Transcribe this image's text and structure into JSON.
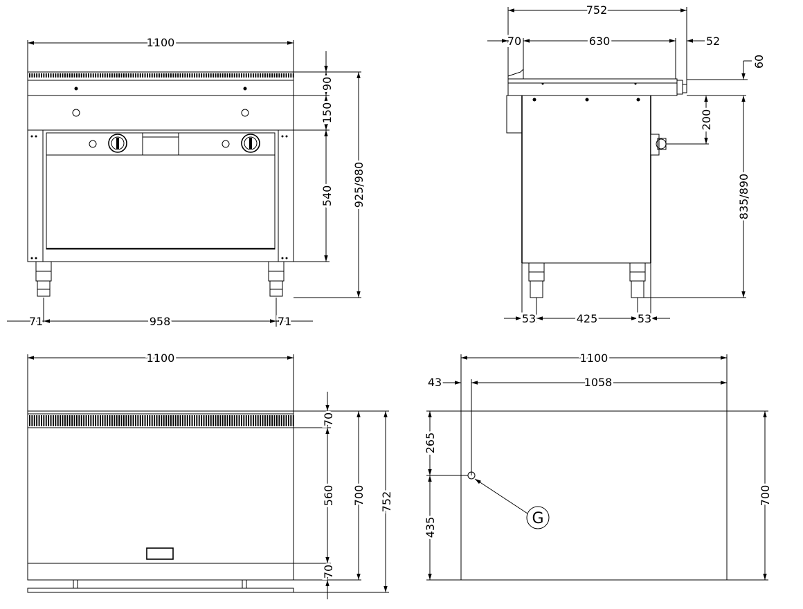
{
  "front_view": {
    "width": "1100",
    "left_leg_offset": "71",
    "leg_spacing": "958",
    "right_leg_offset": "71",
    "top_height": "90",
    "panel_height": "150",
    "cabinet_height": "540",
    "total_height": "925/980"
  },
  "side_view": {
    "overall_depth": "752",
    "rear_offset": "70",
    "top_depth": "630",
    "front_offset": "52",
    "gas_height": "60",
    "gas_drop": "200",
    "body_height": "835/890",
    "left_leg_offset": "53",
    "leg_spacing": "425",
    "right_leg_offset": "53"
  },
  "top_view": {
    "width": "1100",
    "front_strip": "70",
    "plate_depth": "560",
    "inner_depth": "700",
    "total_depth": "752",
    "rear_strip": "70"
  },
  "base_view": {
    "width": "1100",
    "connection_offset": "43",
    "connection_span": "1058",
    "connection_from_top": "265",
    "connection_from_bottom": "435",
    "depth": "700",
    "connection_label": "G"
  }
}
